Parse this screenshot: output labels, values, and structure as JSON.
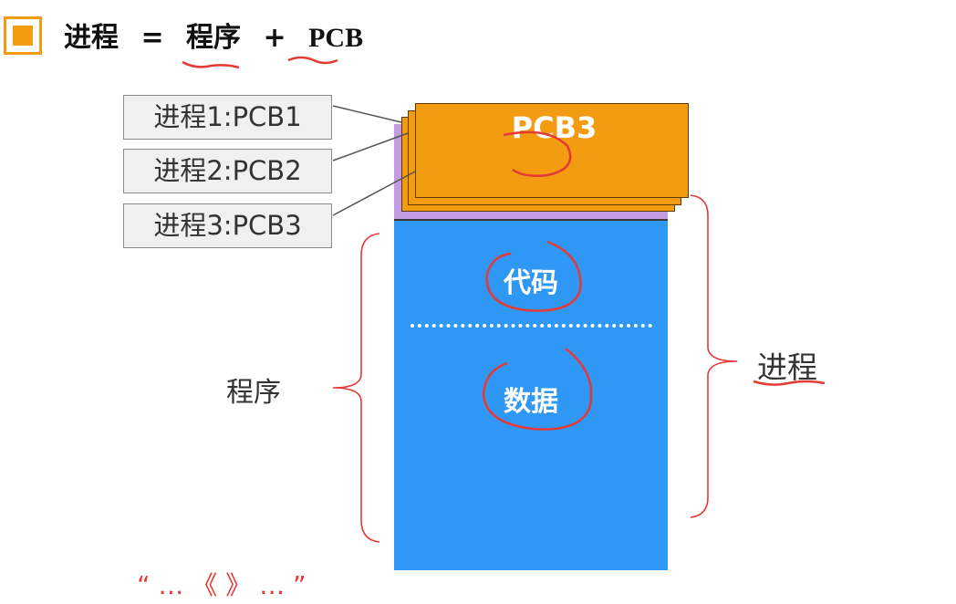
{
  "title": {
    "word_process": "进程",
    "equals": "=",
    "word_program": "程序",
    "plus": "+",
    "word_pcb": "PCB"
  },
  "pcb_labels": [
    "进程1:PCB1",
    "进程2:PCB2",
    "进程3:PCB3"
  ],
  "stack": {
    "top_card_label": "PCB3",
    "code_label": "代码",
    "data_label": "数据"
  },
  "brackets": {
    "program_label": "程序",
    "process_label": "进程"
  },
  "footer": {
    "text": "“ … 《 》 … ”"
  },
  "colors": {
    "accent_orange": "#f39c12",
    "program_blue": "#2f97f4",
    "purple": "#c39be0",
    "annotation_red": "#e53935"
  }
}
